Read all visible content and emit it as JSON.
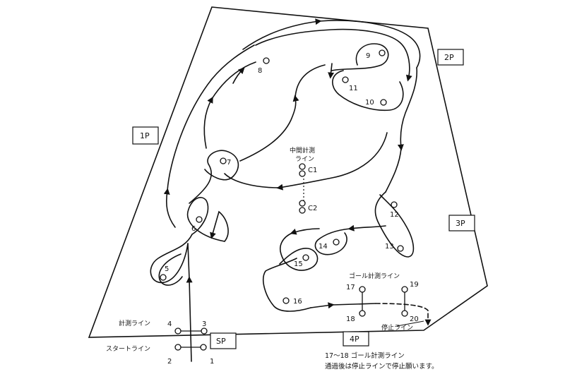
{
  "course": {
    "zones": {
      "p1": "1P",
      "p2": "2P",
      "p3": "3P",
      "p4": "4P",
      "sp": "SP"
    },
    "pylons": {
      "p1": "1",
      "p2": "2",
      "p3": "3",
      "p4": "4",
      "p5": "5",
      "p6": "6",
      "p7": "7",
      "p8": "8",
      "p9": "9",
      "p10": "10",
      "p11": "11",
      "p12": "12",
      "p13": "13",
      "p14": "14",
      "p15": "15",
      "p16": "16",
      "p17": "17",
      "p18": "18",
      "p19": "19",
      "p20": "20",
      "c1": "C1",
      "c2": "C2"
    },
    "labels": {
      "mid_line_1": "中間計測",
      "mid_line_2": "ライン",
      "goal_line": "ゴール計測ライン",
      "measure_line": "計測ライン",
      "start_line": "スタートライン",
      "stop_line": "停止ライン",
      "note_1": "17～18 ゴール計測ライン",
      "note_2": "通過後は停止ラインで停止願います。"
    },
    "colors": {
      "ink": "#111111",
      "background": "#ffffff"
    }
  }
}
